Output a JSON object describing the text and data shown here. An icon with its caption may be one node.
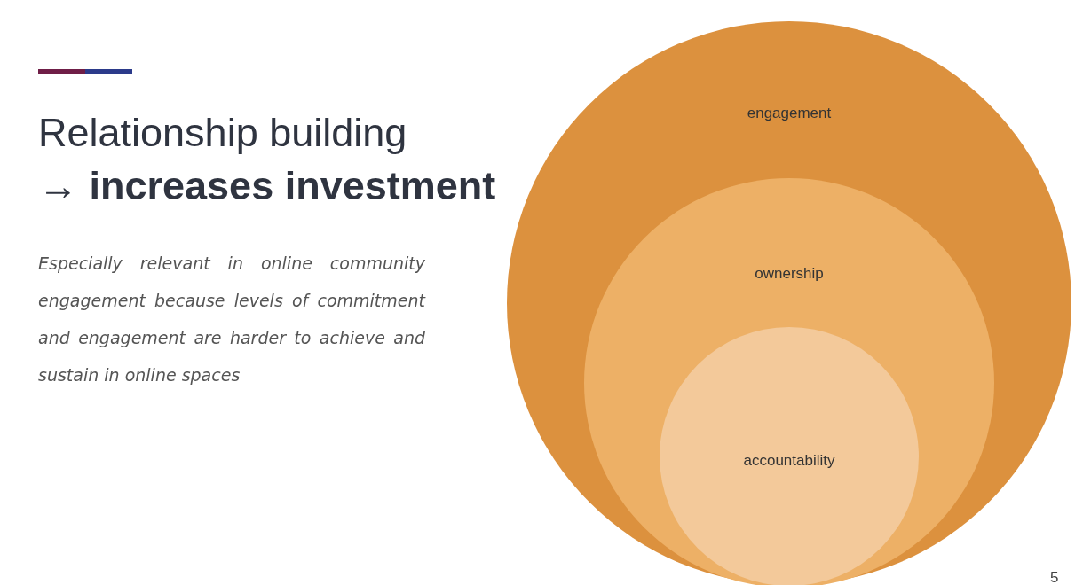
{
  "diagram": {
    "title": "Relationship building **→ increases investment**",
    "nodes": [
      {
        "text": [
          "engagement"
        ]
      },
      {
        "text": [
          "ownership"
        ],
        "in": 0
      },
      {
        "text": [
          "accountability"
        ],
        "in": 1
      }
    ],
    "labels": [
      "Especially relevant in online community engagement because levels of commitment and engagement are harder to achieve and sustain in online spaces",
      "5"
    ]
  }
}
